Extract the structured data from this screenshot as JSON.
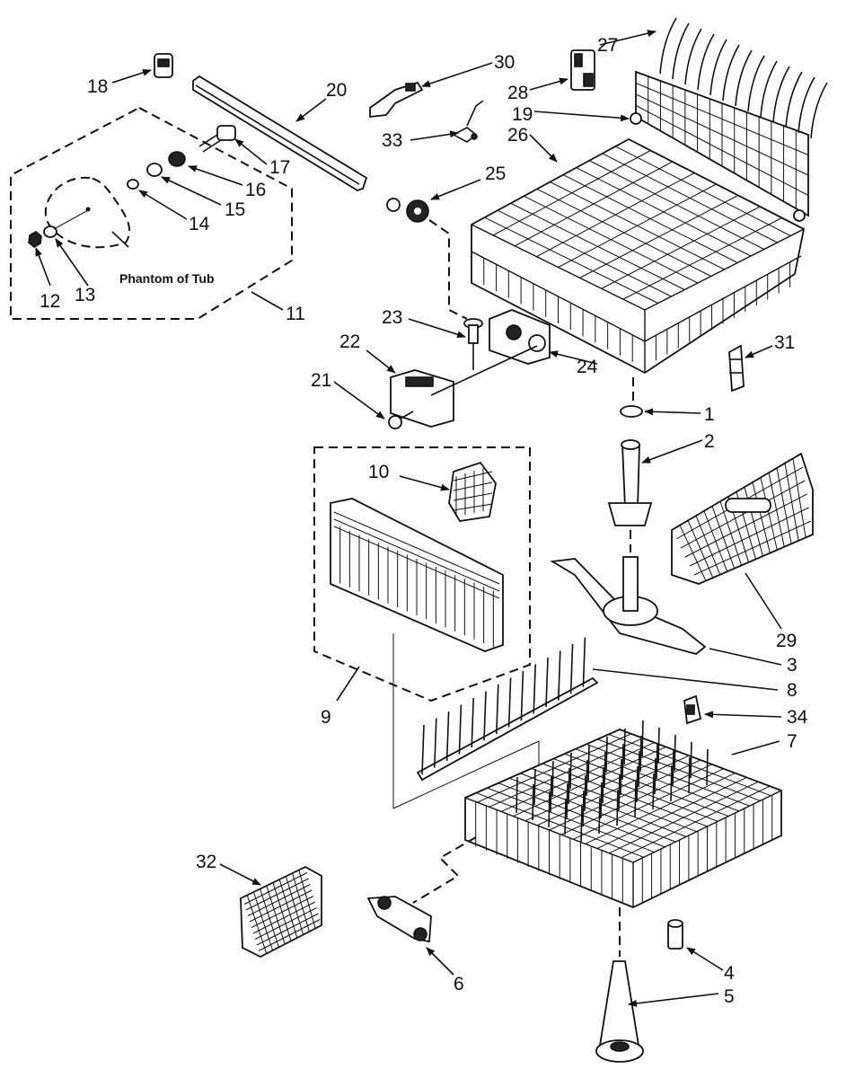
{
  "diagram": {
    "phantom_label": "Phantom of Tub",
    "parts": {
      "p1": "1",
      "p2": "2",
      "p3": "3",
      "p4": "4",
      "p5": "5",
      "p6": "6",
      "p7": "7",
      "p8": "8",
      "p9": "9",
      "p10": "10",
      "p11": "11",
      "p12": "12",
      "p13": "13",
      "p14": "14",
      "p15": "15",
      "p16": "16",
      "p17": "17",
      "p18": "18",
      "p19": "19",
      "p20": "20",
      "p21": "21",
      "p22": "22",
      "p23": "23",
      "p24": "24",
      "p25": "25",
      "p26": "26",
      "p27": "27",
      "p28": "28",
      "p29": "29",
      "p30": "30",
      "p31": "31",
      "p32": "32",
      "p33": "33",
      "p34": "34"
    }
  }
}
